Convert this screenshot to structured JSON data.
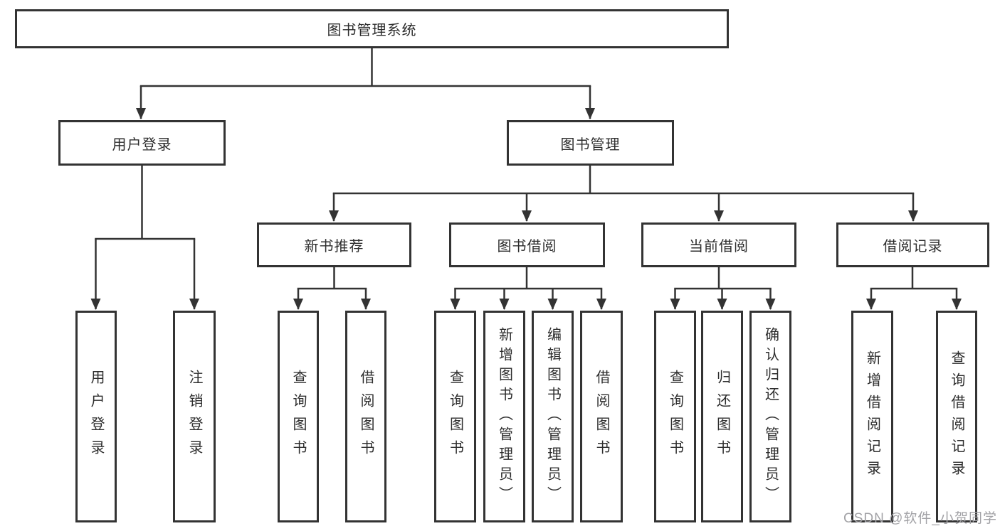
{
  "tree": {
    "label": "图书管理系统",
    "children": [
      {
        "label": "用户登录",
        "children": [
          {
            "label": "用户登录"
          },
          {
            "label": "注销登录"
          }
        ]
      },
      {
        "label": "图书管理",
        "children": [
          {
            "label": "新书推荐",
            "children": [
              {
                "label": "查询图书"
              },
              {
                "label": "借阅图书"
              }
            ]
          },
          {
            "label": "图书借阅",
            "children": [
              {
                "label": "查询图书"
              },
              {
                "label": "新增图书（管理员）"
              },
              {
                "label": "编辑图书（管理员）"
              },
              {
                "label": "借阅图书"
              }
            ]
          },
          {
            "label": "当前借阅",
            "children": [
              {
                "label": "查询图书"
              },
              {
                "label": "归还图书"
              },
              {
                "label": "确认归还（管理员）"
              }
            ]
          },
          {
            "label": "借阅记录",
            "children": [
              {
                "label": "新增借阅记录"
              },
              {
                "label": "查询借阅记录"
              }
            ]
          }
        ]
      }
    ]
  },
  "watermark": {
    "text": "CSDN @软件_小贺同学",
    "color": "#a2a2a6"
  },
  "colors": {
    "line": "#333333",
    "box_border": "#333333",
    "text": "#2d2d2d",
    "background": "#ffffff"
  }
}
